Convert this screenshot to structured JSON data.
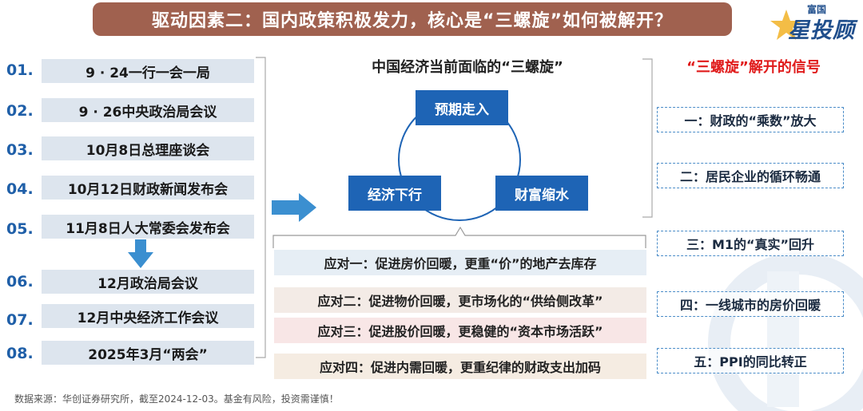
{
  "title": "驱动因素二：国内政策积极发力，核心是“三螺旋”如何被解开？",
  "logo": {
    "small": "富国",
    "main": "星投顾"
  },
  "events": [
    {
      "num": "01.",
      "label": "9 · 24一行一会一局"
    },
    {
      "num": "02.",
      "label": "9 · 26中央政治局会议"
    },
    {
      "num": "03.",
      "label": "10月8日总理座谈会"
    },
    {
      "num": "04.",
      "label": "10月12日财政新闻发布会"
    },
    {
      "num": "05.",
      "label": "11月8日人大常委会发布会"
    },
    {
      "num": "06.",
      "label": "12月政治局会议"
    },
    {
      "num": "07.",
      "label": "12月中央经济工作会议"
    },
    {
      "num": "08.",
      "label": "2025年3月“两会”"
    }
  ],
  "spiral": {
    "title": "中国经济当前面临的“三螺旋”",
    "nodes": [
      "预期走入",
      "经济下行",
      "财富缩水"
    ]
  },
  "responses": [
    {
      "label": "应对一：促进房价回暖，更重“价”的地产去库存",
      "bg": "#e6eef5"
    },
    {
      "label": "应对二：促进物价回暖，更市场化的“供给侧改革”",
      "bg": "#f3ebe6"
    },
    {
      "label": "应对三：促进股价回暖，更稳健的“资本市场活跃”",
      "bg": "#f8e6e6"
    },
    {
      "label": "应对四：促进内需回暖，更重纪律的财政支出加码",
      "bg": "#f5ece2"
    }
  ],
  "signals": {
    "title": "“三螺旋”解开的信号",
    "items": [
      "一：财政的“乘数”放大",
      "二：居民企业的循环畅通",
      "三：M1的“真实”回升",
      "四：一线城市的房价回暖",
      "五：PPI的同比转正"
    ]
  },
  "source": "数据来源：华创证券研究所，截至2024-12-03。基金有风险，投资需谨慎！",
  "colors": {
    "banner": "#a0614f",
    "node": "#1e64b5",
    "accent": "#e01b1b",
    "number": "#1f5fa8",
    "arrow": "#3b8fd0"
  }
}
